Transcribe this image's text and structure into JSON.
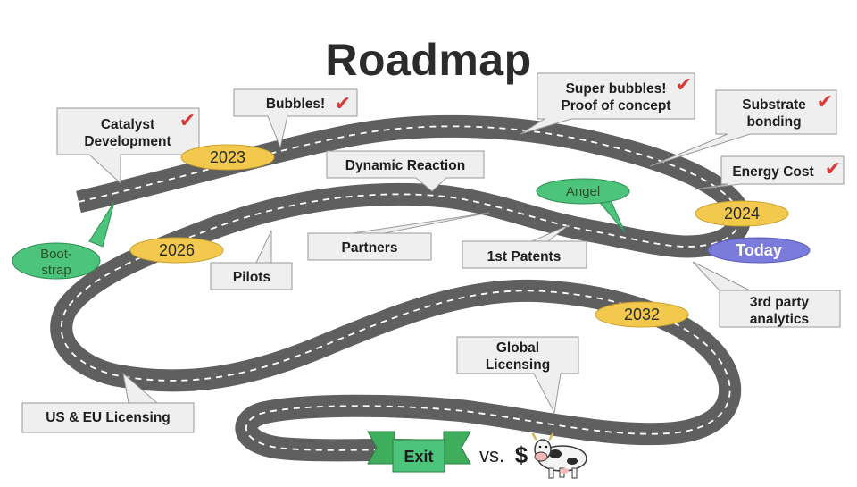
{
  "title": "Roadmap",
  "callouts": {
    "catalyst": [
      "Catalyst",
      "Development"
    ],
    "bubbles": "Bubbles!",
    "super_bubbles": [
      "Super bubbles!",
      "Proof of concept"
    ],
    "substrate": [
      "Substrate",
      "bonding"
    ],
    "energy": "Energy Cost",
    "dynamic": "Dynamic Reaction",
    "partners": "Partners",
    "patents": "1st Patents",
    "pilots": "Pilots",
    "third_party": [
      "3rd party",
      "analytics"
    ],
    "global": [
      "Global",
      "Licensing"
    ],
    "us_eu": "US & EU Licensing"
  },
  "years": {
    "y2023": "2023",
    "y2024": "2024",
    "y2026": "2026",
    "y2032": "2032"
  },
  "funding": {
    "bootstrap": [
      "Boot-",
      "strap"
    ],
    "angel": "Angel"
  },
  "today": "Today",
  "exit": {
    "label": "Exit",
    "vs": "vs.",
    "dollar": "$"
  },
  "check_mark": "✔",
  "icons": {
    "cow": "cow-icon",
    "check": "check-icon"
  },
  "colors": {
    "road": "#5f5f5f",
    "year": "#f2c94c",
    "green": "#4cc47b",
    "today": "#7b7bdb",
    "check": "#d83a3a",
    "callout_fill": "#efefef",
    "callout_stroke": "#9a9a9a"
  }
}
